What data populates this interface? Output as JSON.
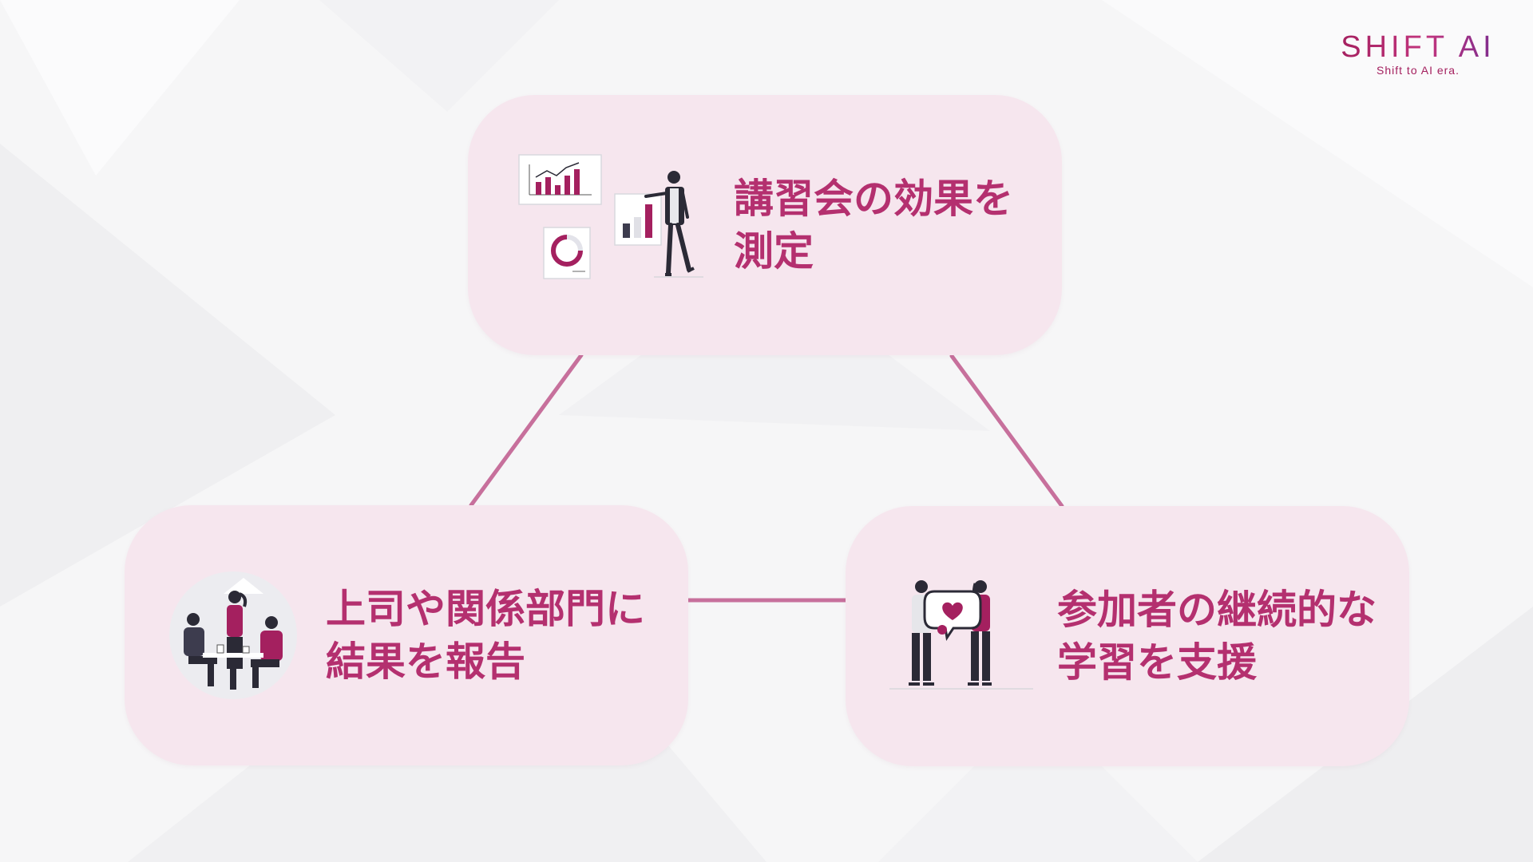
{
  "brand": {
    "name": "SHIFT AI",
    "tagline": "Shift to AI era."
  },
  "colors": {
    "accent": "#b4306f",
    "card_fill": "#f6e6ee",
    "connector": "#c7709c",
    "figure_dark": "#2b2a36"
  },
  "nodes": [
    {
      "id": "top",
      "icon": "presentation-chart-icon",
      "lines": [
        "講習会の効果を",
        "測定"
      ]
    },
    {
      "id": "left",
      "icon": "team-meeting-icon",
      "lines": [
        "上司や関係部門に",
        "結果を報告"
      ]
    },
    {
      "id": "right",
      "icon": "support-people-icon",
      "lines": [
        "参加者の継続的な",
        "学習を支援"
      ]
    }
  ]
}
